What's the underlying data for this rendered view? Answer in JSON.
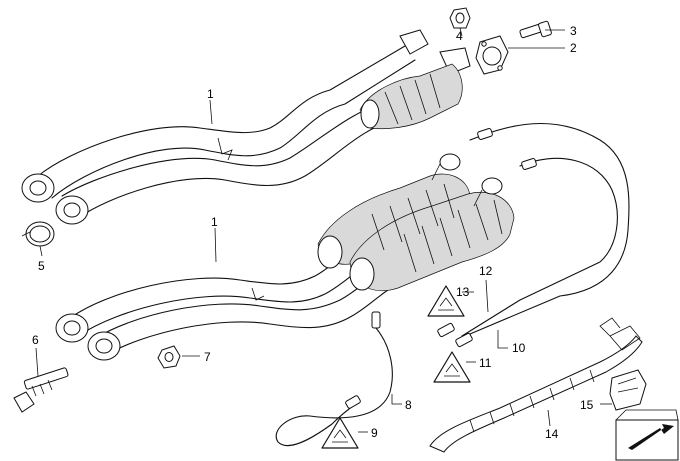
{
  "callouts": {
    "c1a": "1",
    "c1b": "1",
    "c2": "2",
    "c3": "3",
    "c4": "4",
    "c5": "5",
    "c6": "6",
    "c7": "7",
    "c8": "8",
    "c9": "9",
    "c10": "10",
    "c11": "11",
    "c12": "12",
    "c13": "13",
    "c14": "14",
    "c15": "15"
  },
  "icons": {
    "warning": "warning-triangle-icon",
    "direction": "direction-arrow-icon"
  },
  "colors": {
    "line": "#111111",
    "background": "#ffffff",
    "shade": "#d9d9d9"
  }
}
